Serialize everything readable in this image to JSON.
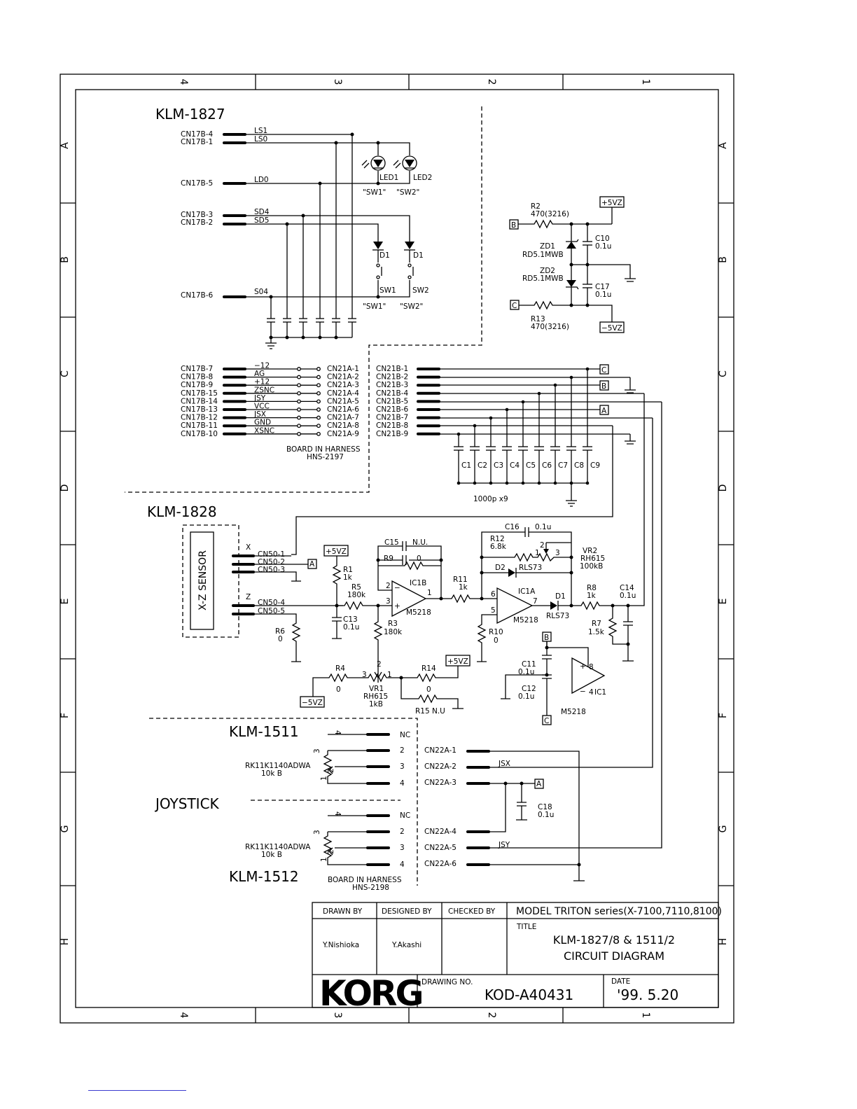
{
  "sheet": {
    "col_labels": [
      "4",
      "3",
      "2",
      "1"
    ],
    "row_labels": [
      "A",
      "B",
      "C",
      "D",
      "E",
      "F",
      "G",
      "H"
    ]
  },
  "boards": {
    "klm1827": "KLM-1827",
    "klm1828": "KLM-1828",
    "klm1511": "KLM-1511",
    "klm1512": "KLM-1512",
    "joystick": "JOYSTICK"
  },
  "cn17_top": [
    {
      "pin": "CN17B-4",
      "net": "LS1"
    },
    {
      "pin": "CN17B-1",
      "net": "LS0"
    },
    {
      "pin": "CN17B-5",
      "net": "LD0"
    },
    {
      "pin": "CN17B-3",
      "net": "SD4"
    },
    {
      "pin": "CN17B-2",
      "net": "SD5"
    },
    {
      "pin": "CN17B-6",
      "net": "S04"
    }
  ],
  "leds": {
    "led1": "LED1",
    "led2": "LED2",
    "sw1q": "\"SW1\"",
    "sw2q": "\"SW2\""
  },
  "switches": {
    "d1a": "D1",
    "d1b": "D1",
    "sw1": "SW1",
    "sw2": "SW2",
    "sw1q": "\"SW1\"",
    "sw2q": "\"SW2\""
  },
  "power_block": {
    "r2": "R2",
    "r2v": "470(3216)",
    "zd1": "ZD1",
    "zd1v": "RD5.1MWB",
    "zd2": "ZD2",
    "zd2v": "RD5.1MWB",
    "c10": "C10",
    "c10v": "0.1u",
    "c17": "C17",
    "c17v": "0.1u",
    "r13": "R13",
    "r13v": "470(3216)",
    "p5": "+5VZ",
    "m5": "−5VZ",
    "b": "B",
    "c": "C"
  },
  "harness_rows": [
    {
      "left": "CN17B-7",
      "net": "−12",
      "mid": "CN21A-1",
      "right": "CN21B-1"
    },
    {
      "left": "CN17B-8",
      "net": "AG",
      "mid": "CN21A-2",
      "right": "CN21B-2"
    },
    {
      "left": "CN17B-9",
      "net": "+12",
      "mid": "CN21A-3",
      "right": "CN21B-3"
    },
    {
      "left": "CN17B-15",
      "net": "ZSNC",
      "mid": "CN21A-4",
      "right": "CN21B-4"
    },
    {
      "left": "CN17B-14",
      "net": "JSY",
      "mid": "CN21A-5",
      "right": "CN21B-5"
    },
    {
      "left": "CN17B-13",
      "net": "VCC",
      "mid": "CN21A-6",
      "right": "CN21B-6"
    },
    {
      "left": "CN17B-12",
      "net": "JSX",
      "mid": "CN21A-7",
      "right": "CN21B-7"
    },
    {
      "left": "CN17B-11",
      "net": "GND",
      "mid": "CN21A-8",
      "right": "CN21B-8"
    },
    {
      "left": "CN17B-10",
      "net": "XSNC",
      "mid": "CN21A-9",
      "right": "CN21B-9"
    }
  ],
  "harness_note": {
    "line1": "BOARD IN HARNESS",
    "line2": "HNS-2197"
  },
  "cap_bank": {
    "labels": [
      "C1",
      "C2",
      "C3",
      "C4",
      "C5",
      "C6",
      "C7",
      "C8",
      "C9"
    ],
    "value": "1000p x9"
  },
  "net_flags": {
    "c": "C",
    "b": "B",
    "a": "A"
  },
  "sensor": {
    "name": "X-Z SENSOR",
    "x": "X",
    "z": "Z",
    "pins": [
      "CN50-1",
      "CN50-2",
      "CN50-3",
      "CN50-4",
      "CN50-5"
    ]
  },
  "amp": {
    "p5a": "+5VZ",
    "r1": "R1",
    "r1v": "1k",
    "r5": "R5",
    "r5v": "180k",
    "c13": "C13",
    "c13v": "0.1u",
    "r6": "R6",
    "r6v": "0",
    "r3": "R3",
    "r3v": "180k",
    "c15": "C15",
    "c15v": "N.U.",
    "r9": "R9",
    "r9v": "0",
    "ic1b": "IC1B",
    "m5218": "M5218",
    "r11": "R11",
    "r11v": "1k",
    "c16": "C16",
    "c16v": "0.1u",
    "r12": "R12",
    "r12v": "6.8k",
    "vr2": "VR2",
    "vr2m": "RH615",
    "vr2v": "100kB",
    "d2": "D2",
    "rls73": "RLS73",
    "ic1a": "IC1A",
    "m5218b": "M5218",
    "d1": "D1",
    "rls73b": "RLS73",
    "r10": "R10",
    "r10v": "0",
    "r8": "R8",
    "r8v": "1k",
    "c14": "C14",
    "c14v": "0.1u",
    "r7": "R7",
    "r7v": "1.5k",
    "r4": "R4",
    "r4v": "0",
    "m5": "−5VZ",
    "vr1": "VR1",
    "vr1m": "RH615",
    "vr1v": "1kB",
    "r14": "R14",
    "r14v": "0",
    "p5b": "+5VZ",
    "r15": "R15 N.U",
    "c11": "C11",
    "c11v": "0.1u",
    "c12": "C12",
    "c12v": "0.1u",
    "ic1": "IC1",
    "m5218c": "M5218",
    "b": "B",
    "c": "C",
    "pin1": "1",
    "pin2": "2",
    "pin3": "3",
    "pin5": "5",
    "pin6": "6",
    "pin7": "7",
    "pin8": "8",
    "pin4": "4",
    "pin_minus": "−",
    "pin_plus": "+"
  },
  "joystick": {
    "pot1": "RK11K1140ADWA",
    "pot1v": "10k   B",
    "pot2": "RK11K1140ADWA",
    "pot2v": "10k   B",
    "pins1": [
      "4",
      "2",
      "3",
      "4"
    ],
    "nc1": "NC",
    "pins2": [
      "4",
      "2",
      "3",
      "4"
    ],
    "nc2": "NC",
    "cn22": [
      "CN22A-1",
      "CN22A-2",
      "CN22A-3",
      "CN22A-4",
      "CN22A-5",
      "CN22A-6"
    ],
    "jsx": "JSX",
    "jsy": "JSY",
    "c18": "C18",
    "c18v": "0.1u",
    "harness1": "BOARD IN HARNESS",
    "harness2": "HNS-2198"
  },
  "title_block": {
    "drawn_by_label": "DRAWN BY",
    "drawn_by": "Y.Nishioka",
    "designed_by_label": "DESIGNED BY",
    "designed_by": "Y.Akashi",
    "checked_by_label": "CHECKED BY",
    "model": "MODEL TRITON series(X-7100,7110,8100)",
    "title_label": "TITLE",
    "title1": "KLM-1827/8 & 1511/2",
    "title2": "CIRCUIT DIAGRAM",
    "logo": "KORG",
    "drawing_no_label": "DRAWING NO.",
    "drawing_no": "KOD-A40431",
    "date_label": "DATE",
    "date": "'99. 5.20"
  }
}
